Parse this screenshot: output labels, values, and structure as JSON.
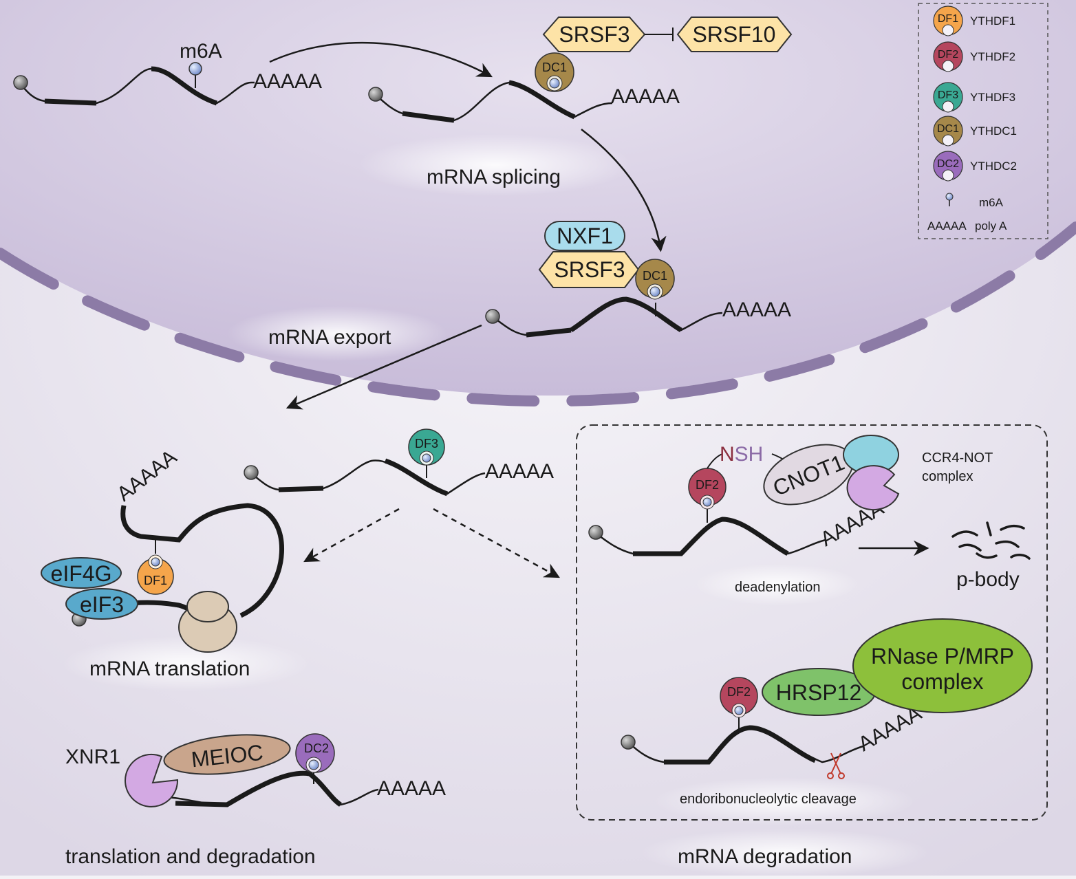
{
  "labels": {
    "m6a_top": "m6A",
    "polyA": "AAAAA",
    "splicing": "mRNA splicing",
    "export": "mRNA export",
    "translation": "mRNA translation",
    "translation_degradation": "translation and degradation",
    "degradation": "mRNA degradation",
    "deadenylation": "deadenylation",
    "endo": "endoribonucleolytic cleavage",
    "pbody": "p-body",
    "ccr4_line1": "CCR4-NOT",
    "ccr4_line2": "complex",
    "nsh_n": "N",
    "nsh_sh": "SH",
    "xnr1": "XNR1"
  },
  "proteins": {
    "srsf3": "SRSF3",
    "srsf10": "SRSF10",
    "nxf1": "NXF1",
    "dc1": "DC1",
    "dc2": "DC2",
    "df1": "DF1",
    "df2": "DF2",
    "df3": "DF3",
    "eif4g": "eIF4G",
    "eif3": "eIF3",
    "meioc": "MEIOC",
    "cnot1": "CNOT1",
    "hrsp12": "HRSP12",
    "rnase_line1": "RNase P/MRP",
    "rnase_line2": "complex"
  },
  "legend": [
    {
      "abbr": "DF1",
      "name": "YTHDF1",
      "color": "#f5a54b"
    },
    {
      "abbr": "DF2",
      "name": "YTHDF2",
      "color": "#b5465e"
    },
    {
      "abbr": "DF3",
      "name": "YTHDF3",
      "color": "#3aa893"
    },
    {
      "abbr": "DC1",
      "name": "YTHDC1",
      "color": "#a6884a"
    },
    {
      "abbr": "DC2",
      "name": "YTHDC2",
      "color": "#9a6cbc"
    }
  ],
  "legend_m6a": "m6A",
  "legend_polya_sym": "AAAAA",
  "legend_polya_name": "poly A",
  "colors": {
    "nucleus": "#d6cde3",
    "membrane": "#8c7ba6",
    "srsf": "#fde3a7",
    "nxf1": "#a9dcec",
    "eif": "#59a9cc",
    "meioc": "#c9a58c",
    "hrsp12": "#7fc26a",
    "rnase": "#8dc03b",
    "cnot1": "#e1d9e2",
    "ribosome": "#dccbb5",
    "pacman": "#d3a9e3"
  }
}
